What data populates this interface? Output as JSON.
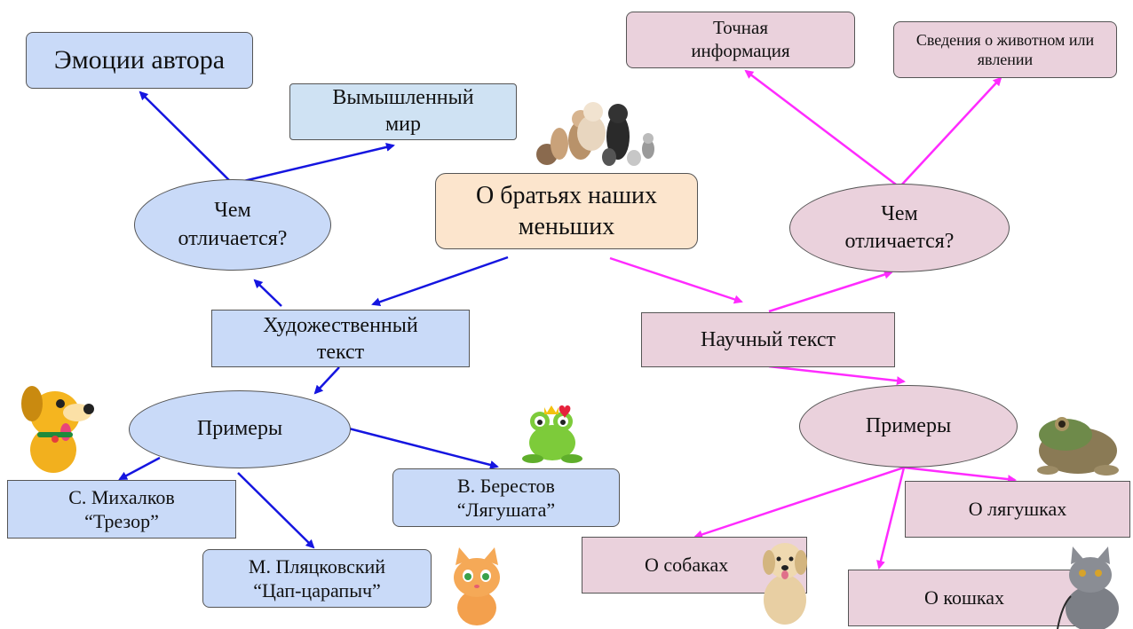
{
  "center": {
    "label": "О братьях наших меньших"
  },
  "left": {
    "emotions": "Эмоции автора",
    "fictional_world": "Вымышленный мир",
    "differs": "Чем отличается?",
    "fiction_text": "Художественный текст",
    "examples": "Примеры",
    "ex1": "С. Михалков\n“Трезор”",
    "ex2": "М. Пляцковский\n“Цап-царапыч”",
    "ex3": "В. Берестов\n“Лягушата”"
  },
  "right": {
    "exact_info": "Точная информация",
    "info_about": "Сведения о животном или явлении",
    "differs": "Чем отличается?",
    "science_text": "Научный текст",
    "examples": "Примеры",
    "frogs": "О лягушках",
    "dogs": "О собаках",
    "cats": "О кошках"
  },
  "colors": {
    "left_arrow": "#1515e0",
    "right_arrow": "#ff2bff",
    "left_fill": "#c9daf8",
    "right_fill": "#ead1dc",
    "center_fill": "#fce5cd"
  },
  "illustrations": [
    "pets-group",
    "cartoon-dog",
    "cartoon-frog-crown",
    "cartoon-kitten",
    "frog-photo",
    "dog-photo",
    "cat-photo"
  ]
}
